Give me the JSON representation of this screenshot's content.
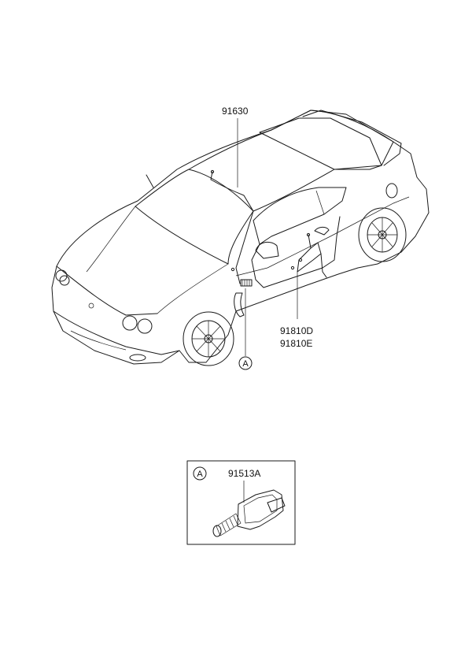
{
  "callouts": {
    "harness_roof": "91630",
    "harness_door_1": "91810D",
    "harness_door_2": "91810E",
    "ref_marker": "A"
  },
  "detail": {
    "marker": "A",
    "part_number": "91513A"
  },
  "colors": {
    "line": "#1a1a1a",
    "background": "#ffffff"
  }
}
